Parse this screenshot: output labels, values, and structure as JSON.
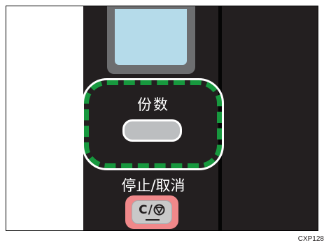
{
  "copies_label": "份数",
  "stop_cancel_label": "停止/取消",
  "stop_key": {
    "text_left": "C/",
    "symbol": "stop-symbol-icon"
  },
  "figure_code": "CXP128",
  "colors": {
    "panel": "#231f20",
    "lcd": "#b5dbea",
    "highlight": "#17983e",
    "stop_key": "#f0888a",
    "key_gray": "#bcbec0"
  }
}
